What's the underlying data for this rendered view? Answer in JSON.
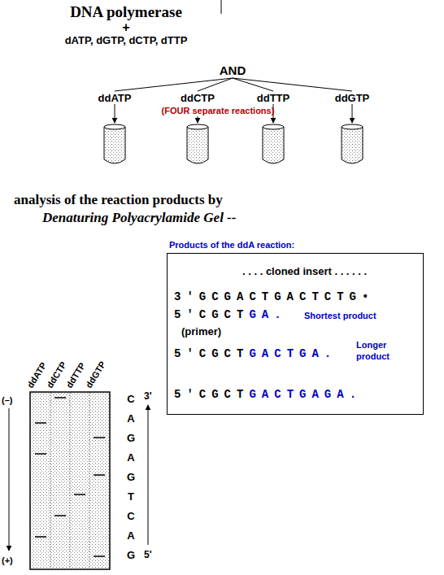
{
  "diagram": {
    "nodes": [
      {
        "text": [
          "AND"
        ]
      },
      {
        "text": [
          "ddATP"
        ]
      },
      {
        "text": [
          "ddCTP"
        ]
      },
      {
        "text": [
          "ddTTP"
        ]
      },
      {
        "text": [
          "ddGTP"
        ]
      },
      {
        "text": [
          "Products of the ddA reaction:",
          ". . . . cloned insert . . . . . .",
          "3'GCGACTGACTCTG•",
          "5'CGCT",
          "GA.",
          "Shortest product",
          "(primer)",
          "5'CGCT",
          "GACTGA.",
          "Longer product",
          "5'CGCT",
          "GACTGAGA."
        ]
      }
    ],
    "edges": [
      {
        "from": 0,
        "to": 1,
        "arrow": "none"
      },
      {
        "from": 0,
        "to": 2,
        "arrow": "none"
      },
      {
        "from": 0,
        "to": 3,
        "arrow": "none"
      },
      {
        "from": 0,
        "to": 4,
        "arrow": "none"
      }
    ],
    "labels": [
      "DNA polymerase",
      "+",
      "dATP, dGTP, dCTP, dTTP",
      "(FOUR separate reactions)",
      "analysis of the reaction products by",
      "Denaturing Polyacrylamide Gel --",
      "ddATP",
      "ddCTP",
      "ddTTP",
      "ddGTP",
      "C",
      "A",
      "G",
      "A",
      "G",
      "T",
      "C",
      "A",
      "G",
      "3'",
      "5'",
      "(–)",
      "(+)"
    ]
  }
}
